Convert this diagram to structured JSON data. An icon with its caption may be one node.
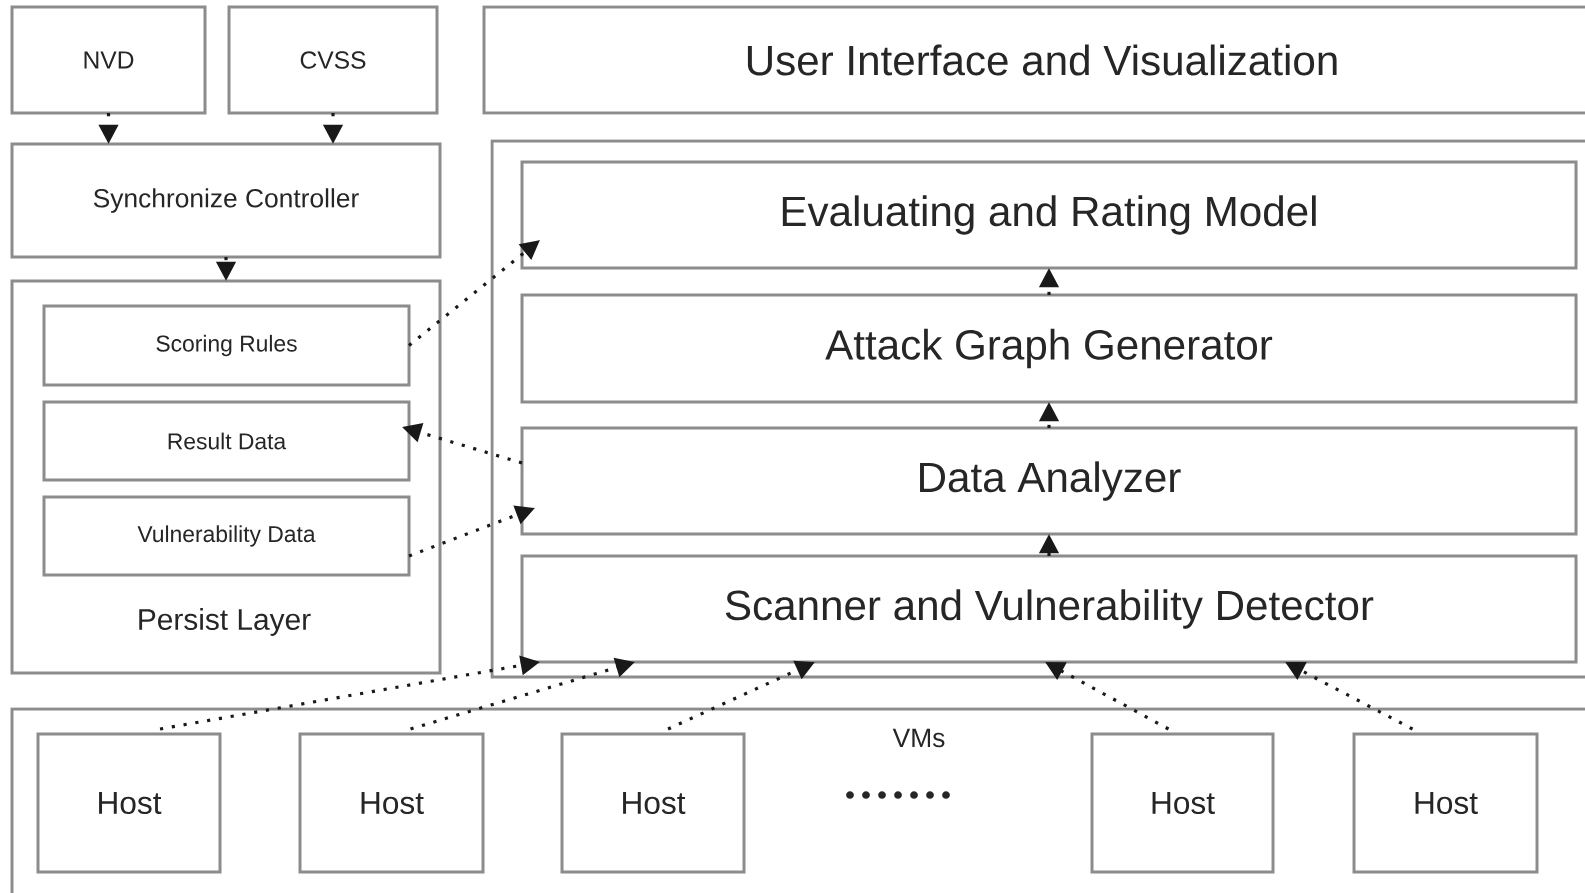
{
  "diagram": {
    "nodes": [
      {
        "text": [
          "NVD"
        ]
      },
      {
        "text": [
          "CVSS"
        ]
      },
      {
        "text": [
          "User Interface and Visualization"
        ]
      },
      {
        "text": [
          "Synchronize Controller"
        ]
      },
      {
        "text": [
          "Persist Layer"
        ]
      },
      {
        "text": [
          "Scoring Rules"
        ],
        "in": 4
      },
      {
        "text": [
          "Result Data"
        ],
        "in": 4
      },
      {
        "text": [
          "Vulnerability Data"
        ],
        "in": 4
      },
      {
        "text": [],
        "shape": "box"
      },
      {
        "text": [
          "Evaluating and Rating Model"
        ],
        "in": 8
      },
      {
        "text": [
          "Attack Graph Generator"
        ],
        "in": 8
      },
      {
        "text": [
          "Data Analyzer"
        ],
        "in": 8
      },
      {
        "text": [
          "Scanner and Vulnerability Detector"
        ],
        "in": 8
      },
      {
        "text": [
          "VMs"
        ]
      },
      {
        "text": [
          "Host"
        ],
        "in": 13
      },
      {
        "text": [
          "Host"
        ],
        "in": 13
      },
      {
        "text": [
          "Host"
        ],
        "in": 13
      },
      {
        "text": [
          "Host"
        ],
        "in": 13
      },
      {
        "text": [
          "Host"
        ],
        "in": 13
      }
    ],
    "edges": [
      {
        "from": 0,
        "to": 3,
        "arrow": "to"
      },
      {
        "from": 1,
        "to": 3,
        "arrow": "to"
      },
      {
        "from": 3,
        "to": 4,
        "arrow": "to"
      },
      {
        "from": 5,
        "to": 9,
        "arrow": "to"
      },
      {
        "from": 11,
        "to": 6,
        "arrow": "to"
      },
      {
        "from": 7,
        "to": 11,
        "arrow": "to"
      },
      {
        "from": 12,
        "to": 11,
        "arrow": "to"
      },
      {
        "from": 11,
        "to": 10,
        "arrow": "to"
      },
      {
        "from": 10,
        "to": 9,
        "arrow": "to"
      },
      {
        "from": 14,
        "to": 12,
        "arrow": "to"
      },
      {
        "from": 15,
        "to": 12,
        "arrow": "to"
      },
      {
        "from": 16,
        "to": 12,
        "arrow": "to"
      },
      {
        "from": 17,
        "to": 12,
        "arrow": "to"
      },
      {
        "from": 18,
        "to": 12,
        "arrow": "to"
      }
    ]
  }
}
